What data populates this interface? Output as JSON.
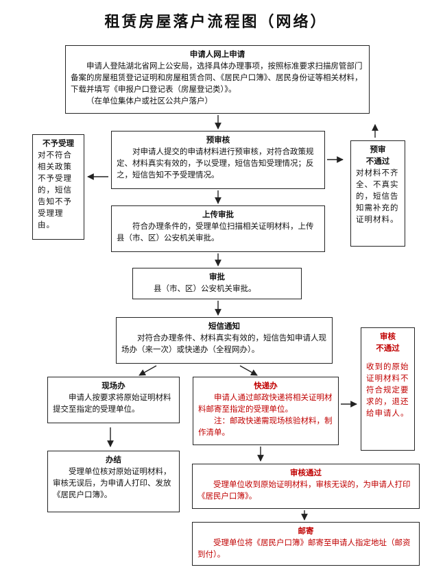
{
  "title": "租赁房屋落户流程图（网络）",
  "apply": {
    "head": "申请人网上申请",
    "body": "申请人登陆湖北省网上公安局，选择具体办理事项，按照标准要求扫描房管部门备案的房屋租赁登记证明和房屋租赁合同、《居民户口簿》、居民身份证等相关材料，下载并填写《申报户口登记表（房屋登记类）》。",
    "note": "（在单位集体户或社区公共户落户）"
  },
  "precheck": {
    "head": "预审核",
    "body": "对申请人提交的申请材料进行预审核，对符合政策规定、材料真实有效的，予以受理，短信告知受理情况；反之，短信告知不予受理情况。"
  },
  "reject": {
    "head": "不予受理",
    "body": "对不符合相关政策不予受理的，短信告知不予受理理由。"
  },
  "precheck_fail": {
    "head": "预审",
    "head2": "不通过",
    "body": "对材料不齐全、不真实的，短信告知需补充的证明材料。"
  },
  "upload": {
    "head": "上传审批",
    "body": "符合办理条件的，受理单位扫描相关证明材料，上传县（市、区）公安机关审批。"
  },
  "approve": {
    "head": "审批",
    "body": "县（市、区）公安机关审批。"
  },
  "sms": {
    "head": "短信通知",
    "body": "对符合办理条件、材料真实有效的，短信告知申请人现场办（来一次）或快递办（全程网办）。"
  },
  "onsite": {
    "head": "现场办",
    "body": "申请人按要求将原始证明材料提交至指定的受理单位。"
  },
  "express": {
    "head": "快递办",
    "body": "申请人通过邮政快递将相关证明材料邮寄至指定的受理单位。",
    "note": "注：邮政快递需现场核验材料，制作清单。"
  },
  "express_fail": {
    "head": "审核",
    "head2": "不通过",
    "body": "收到的原始证明材料不符合规定要求的，退还给申请人。"
  },
  "finish": {
    "head": "办结",
    "body": "受理单位核对原始证明材料，审核无误后，为申请人打印、发放《居民户口簿》。"
  },
  "review_pass": {
    "head": "审核通过",
    "body": "受理单位收到原始证明材料，审核无误的，为申请人打印《居民户口簿》。"
  },
  "mail": {
    "head": "邮寄",
    "body": "受理单位将《居民户口簿》邮寄至申请人指定地址（邮资到付）。"
  },
  "colors": {
    "red": "#c00000",
    "border": "#222222"
  }
}
